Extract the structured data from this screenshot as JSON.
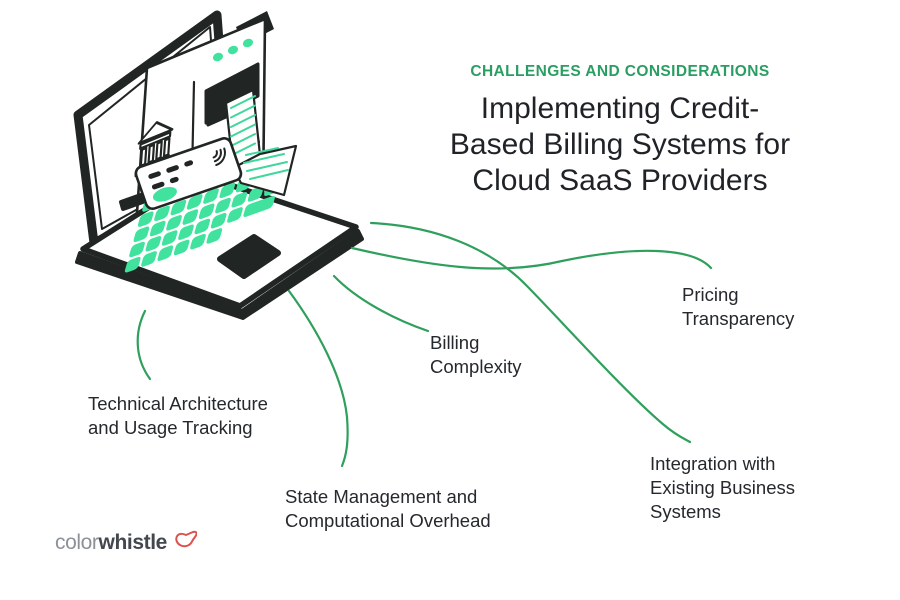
{
  "header": {
    "kicker": "CHALLENGES AND CONSIDERATIONS",
    "title_lines": [
      "Implementing Credit-",
      "Based Billing Systems for",
      "Cloud SaaS Providers"
    ]
  },
  "callouts": [
    {
      "id": "pricing-transparency",
      "lines": [
        "Pricing",
        "Transparency"
      ]
    },
    {
      "id": "billing-complexity",
      "lines": [
        "Billing",
        "Complexity"
      ]
    },
    {
      "id": "technical-architecture",
      "lines": [
        "Technical Architecture",
        "and Usage Tracking"
      ]
    },
    {
      "id": "state-management",
      "lines": [
        "State Management and",
        "Computational Overhead"
      ]
    },
    {
      "id": "integration",
      "lines": [
        "Integration with",
        "Existing Business",
        "Systems"
      ]
    }
  ],
  "logo": {
    "first": "color",
    "second": "whistle"
  },
  "illustration": {
    "name": "laptop-credit-card-billing-illustration"
  },
  "colors": {
    "accent_green": "#2a9e62",
    "mint_green": "#40e29e",
    "connector_green": "#2f9f5c",
    "ink": "#212624",
    "title_text": "#1f2227",
    "label_text": "#25282d",
    "logo_gray": "#8d9299",
    "logo_dark": "#43484f",
    "logo_red": "#d9534f"
  }
}
